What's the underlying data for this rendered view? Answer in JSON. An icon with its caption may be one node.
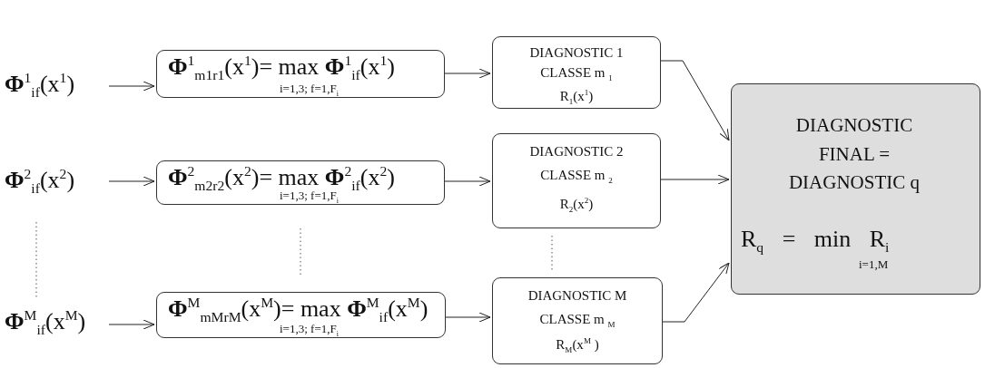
{
  "diagram": {
    "nodes": [
      {
        "text": [
          "**Φ**$^{1}$$_{i}$$_{f}$(x$^{1}$)"
        ]
      },
      {
        "text": [
          "**Φ**$^{1}$$_{m}$$_{1}$$_{r}$$_{1}$(x$^{1}$)= max  **Φ**$^{1}$$_{i}$$_{f}$(x$^{1}$)",
          "i=1,3; f=1,F$_{i}$"
        ]
      },
      {
        "text": [
          "DIAGNOSTIC 1",
          "CLASSE m $_{1}$",
          "R$_{1}$(x$^{1}$)"
        ]
      },
      {
        "text": [
          "**Φ**$^{2}$$_{i}$$_{f}$(x$^{2}$)"
        ]
      },
      {
        "text": [
          "**Φ**$^{2}$$_{m}$$_{2}$$_{r}$$_{2}$(x$^{2}$)= max  **Φ**$^{2}$$_{i}$$_{f}$(x$^{2}$)",
          "i=1,3; f=1,F$_{i}$"
        ]
      },
      {
        "text": [
          "DIAGNOSTIC 2",
          "CLASSE m $_{2}$",
          "R$_{2}$(x$^{2}$)"
        ]
      },
      {
        "text": [
          "**Φ**$^{M}$$_{i}$$_{f}$(x$^{M}$)"
        ]
      },
      {
        "text": [
          "**Φ**$^{M}$$_{m}$$_{M}$$_{r}$$_{M}$(x$^{M}$)= max  **Φ**$^{M}$$_{i}$$_{f}$(x$^{M}$)",
          "i=1,3; f=1,F$_{i}$"
        ]
      },
      {
        "text": [
          "DIAGNOSTIC M",
          "CLASSE m $_{M}$",
          "R$_{M}$(x$^{M}$ )"
        ]
      },
      {
        "text": [
          "DIAGNOSTIC FINAL = DIAGNOSTIC q",
          "R$_{q}$ = min R$_{i}$",
          "i=1,M"
        ]
      }
    ],
    "edges": [
      {
        "from": 0,
        "to": 1,
        "arrow": "to"
      },
      {
        "from": 1,
        "to": 2,
        "arrow": "to"
      },
      {
        "from": 3,
        "to": 4,
        "arrow": "to"
      },
      {
        "from": 4,
        "to": 5,
        "arrow": "to"
      },
      {
        "from": 6,
        "to": 7,
        "arrow": "to"
      },
      {
        "from": 7,
        "to": 8,
        "arrow": "to"
      },
      {
        "from": 2,
        "to": 9,
        "arrow": "to"
      },
      {
        "from": 5,
        "to": 9,
        "arrow": "to"
      },
      {
        "from": 8,
        "to": 9,
        "arrow": "to"
      }
    ]
  }
}
